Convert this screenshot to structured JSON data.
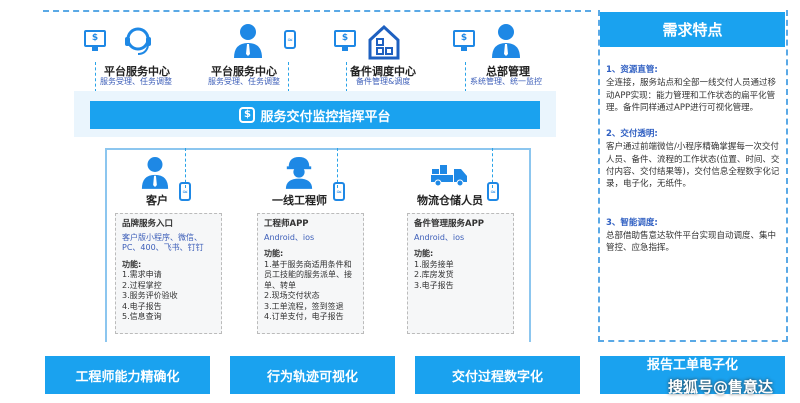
{
  "top_centers": [
    {
      "title": "平台服务中心",
      "subtitle": "服务受理、任务调整",
      "icon": "headset-agent-icon"
    },
    {
      "title": "平台服务中心",
      "subtitle": "服务受理、任务调整",
      "icon": "manager-icon"
    },
    {
      "title": "备件调度中心",
      "subtitle": "备件管理&调度",
      "icon": "warehouse-icon"
    },
    {
      "title": "总部管理",
      "subtitle": "系统管理、统一监控",
      "icon": "executive-icon"
    }
  ],
  "platform": {
    "title": "服务交付监控指挥平台"
  },
  "roles": [
    {
      "name": "客户",
      "card_title": "品牌服务入口",
      "platforms": "客户版小程序、微信、PC、400、飞书、钉钉",
      "func_label": "功能:",
      "funcs": [
        "1.需求申请",
        "2.过程掌控",
        "3.服务评价验收",
        "4.电子报告",
        "5.信息查询"
      ]
    },
    {
      "name": "一线工程师",
      "card_title": "工程师APP",
      "platforms": "Android、ios",
      "func_label": "功能:",
      "funcs": [
        "1.基于服务商适用条件和员工技能的服务派单、接单、转单",
        "2.现场交付状态",
        "3.工单流程，签到签退",
        "4.订单支付，电子报告"
      ]
    },
    {
      "name": "物流仓储人员",
      "card_title": "备件管理服务APP",
      "platforms": "Android、ios",
      "func_label": "功能:",
      "funcs": [
        "1.服务接单",
        "2.库房发货",
        "3.电子报告"
      ]
    }
  ],
  "features": {
    "title": "需求特点",
    "items": [
      {
        "title": "1、资源直管:",
        "body": "全连接，服务站点和全部一线交付人员通过移动APP实现：能力管理和工作状态的扁平化管理。备件同样通过APP进行可视化管理。"
      },
      {
        "title": "2、交付透明:",
        "body": "客户通过前端微信/小程序精确掌握每一次交付人员、备件、流程的工作状态(位置、时间、交付内容、交付结果等)，交付信息全程数字化记录，电子化，无纸件。"
      },
      {
        "title": "3、智能调度:",
        "body": "总部借助售意达软件平台实现自动调度、集中管控、应急指挥。"
      }
    ]
  },
  "banners": [
    "工程师能力精确化",
    "行为轨迹可视化",
    "交付过程数字化",
    "报告工单电子化"
  ],
  "watermark": "搜狐号@售意达",
  "colors": {
    "primary": "#1aa2ef",
    "icon": "#1e88e5",
    "link": "#3b5db8"
  }
}
